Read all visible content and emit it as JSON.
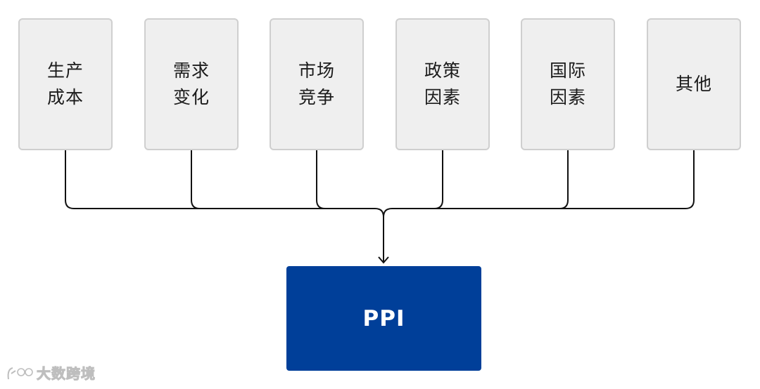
{
  "factors": [
    {
      "label": "生产成本"
    },
    {
      "label": "需求变化"
    },
    {
      "label": "市场竞争"
    },
    {
      "label": "政策因素"
    },
    {
      "label": "国际因素"
    },
    {
      "label": "其他"
    }
  ],
  "target": {
    "label": "PPI",
    "color": "#003f99"
  },
  "watermark": {
    "text": "大数跨境",
    "icon": "brand-logo-icon"
  },
  "colors": {
    "box_fill": "#efefef",
    "box_border": "#cfcfcf",
    "connector": "#111111"
  }
}
